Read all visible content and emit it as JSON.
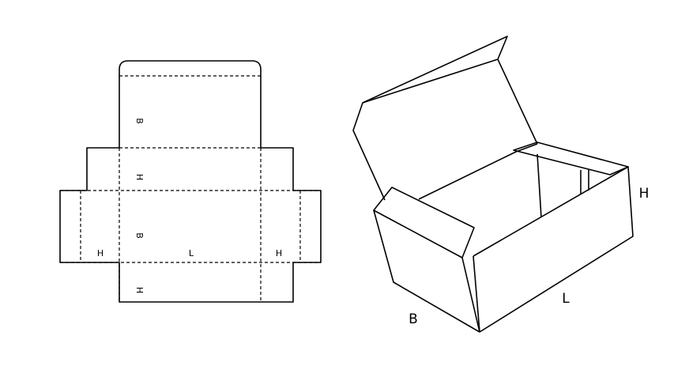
{
  "dieline": {
    "top_flap_label": "B",
    "top_side_label": "H",
    "base_label": "B",
    "length_label": "L",
    "left_end_label": "H",
    "right_end_label": "H",
    "bottom_side_label": "H"
  },
  "box3d": {
    "width_label": "B",
    "length_label": "L",
    "height_label": "H"
  }
}
